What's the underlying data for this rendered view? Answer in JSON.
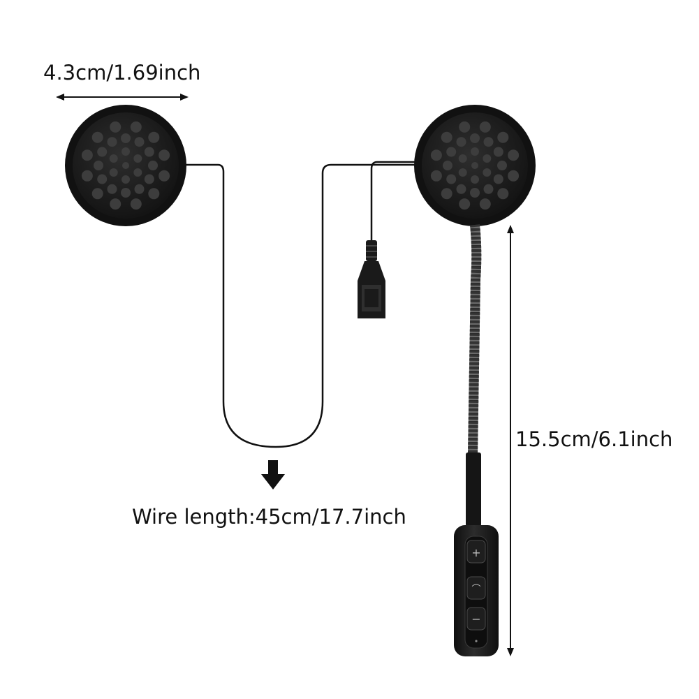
{
  "dimensions": {
    "speaker_diameter": "4.3cm/1.69inch",
    "boom_length": "15.5cm/6.1inch",
    "wire_length": "Wire length:45cm/17.7inch"
  },
  "controls": {
    "plus_glyph": "+",
    "call_glyph": "⌒",
    "minus_glyph": "−"
  },
  "colors": {
    "product": "#1a1a1a",
    "speaker_hole": "#3d3d3d",
    "dimension_line": "#111111"
  }
}
